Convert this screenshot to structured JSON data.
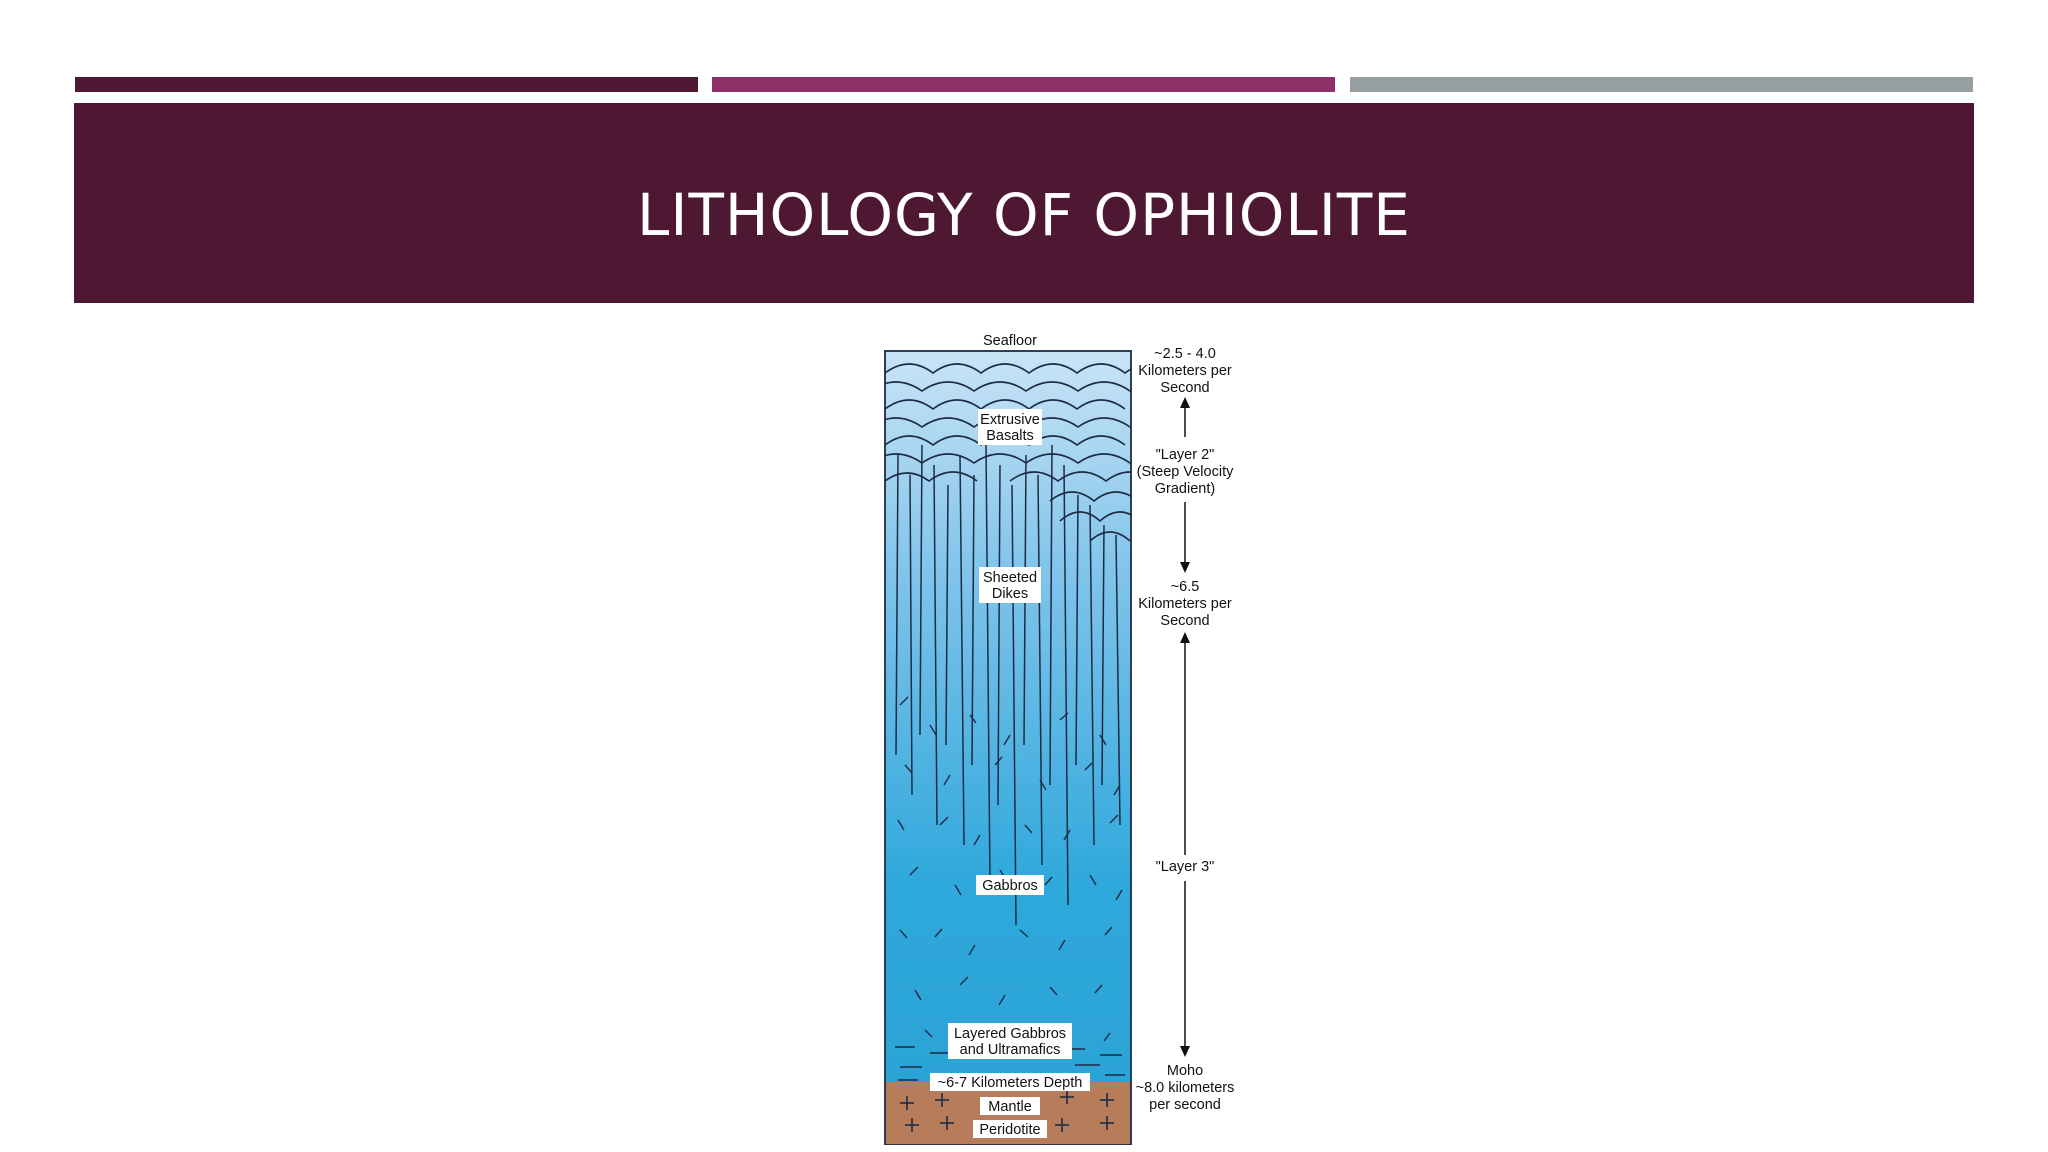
{
  "slide": {
    "title": "LITHOLOGY OF OPHIOLITE",
    "colors": {
      "primary": "#4e1732",
      "accent": "#8e3066",
      "gray": "#979fa2"
    }
  },
  "diagram": {
    "seafloor": "Seafloor",
    "layers": {
      "extrusive_1": "Extrusive",
      "extrusive_2": "Basalts",
      "dikes_1": "Sheeted",
      "dikes_2": "Dikes",
      "gabbros": "Gabbros",
      "layered_1": "Layered Gabbros",
      "layered_2": "and Ultramafics",
      "depth": "~6-7 Kilometers Depth",
      "mantle": "Mantle",
      "peridotite": "Peridotite"
    },
    "annotations": {
      "v1_1": "~2.5 - 4.0",
      "v1_2": "Kilometers per",
      "v1_3": "Second",
      "layer2_1": "\"Layer 2\"",
      "layer2_2": "(Steep Velocity",
      "layer2_3": "Gradient)",
      "v2_1": "~6.5",
      "v2_2": "Kilometers per",
      "v2_3": "Second",
      "layer3": "\"Layer 3\"",
      "moho_1": "Moho",
      "moho_2": "~8.0 kilometers",
      "moho_3": "per second"
    }
  }
}
